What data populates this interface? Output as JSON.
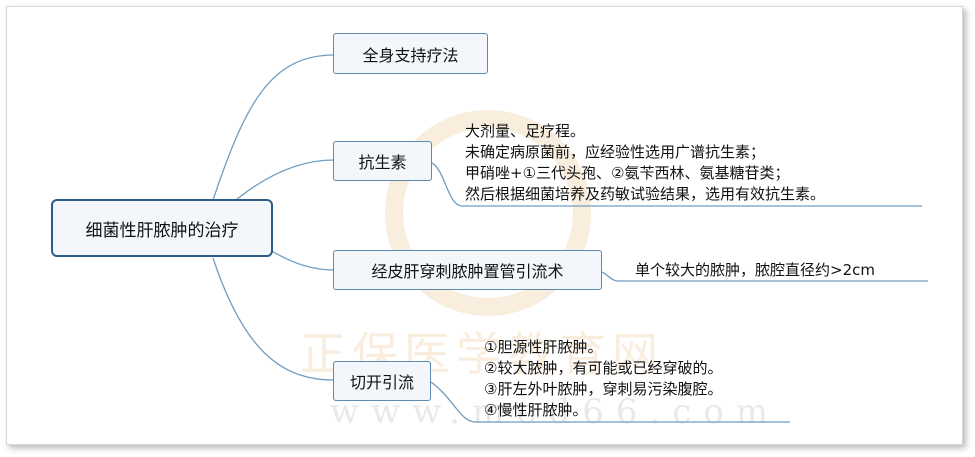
{
  "root": {
    "label": "细菌性肝脓肿的治疗"
  },
  "branches": [
    {
      "label": "全身支持疗法",
      "notes": []
    },
    {
      "label": "抗生素",
      "notes": [
        "大剂量、足疗程。",
        "未确定病原菌前，应经验性选用广谱抗生素；",
        "甲硝唑+①三代头孢、②氨苄西林、氨基糖苷类；",
        "然后根据细菌培养及药敏试验结果，选用有效抗生素。"
      ]
    },
    {
      "label": "经皮肝穿刺脓肿置管引流术",
      "notes": [
        "单个较大的脓肿，脓腔直径约>2cm"
      ]
    },
    {
      "label": "切开引流",
      "notes": [
        "①胆源性肝脓肿。",
        "②较大脓肿，有可能或已经穿破的。",
        "③肝左外叶脓肿，穿刺易污染腹腔。",
        "④慢性肝脓肿。"
      ]
    }
  ],
  "watermark": {
    "brand": "正保医学教育网",
    "url": "www.med66.com"
  },
  "colors": {
    "line": "#6f9ec3",
    "node_border": "#5b8bb1",
    "root_border": "#2c5d88",
    "node_fill": "#f3f7fb"
  }
}
